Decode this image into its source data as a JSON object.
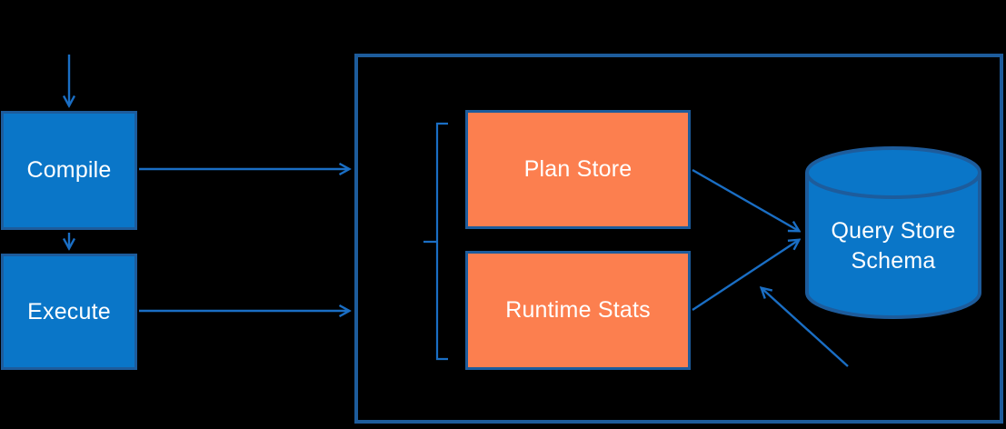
{
  "colors": {
    "background": "#000000",
    "node_fill_blue": "#0a76c8",
    "node_border_dark_blue": "#1d5c9c",
    "node_fill_orange": "#fc7f4f",
    "arrow_blue": "#1a6ec4",
    "text": "#ffffff"
  },
  "left_column": {
    "compile_label": "Compile",
    "execute_label": "Execute"
  },
  "query_store_box": {
    "plan_store_label": "Plan Store",
    "runtime_stats_label": "Runtime Stats",
    "schema_cylinder": {
      "line1": "Query Store",
      "line2": "Schema"
    }
  }
}
